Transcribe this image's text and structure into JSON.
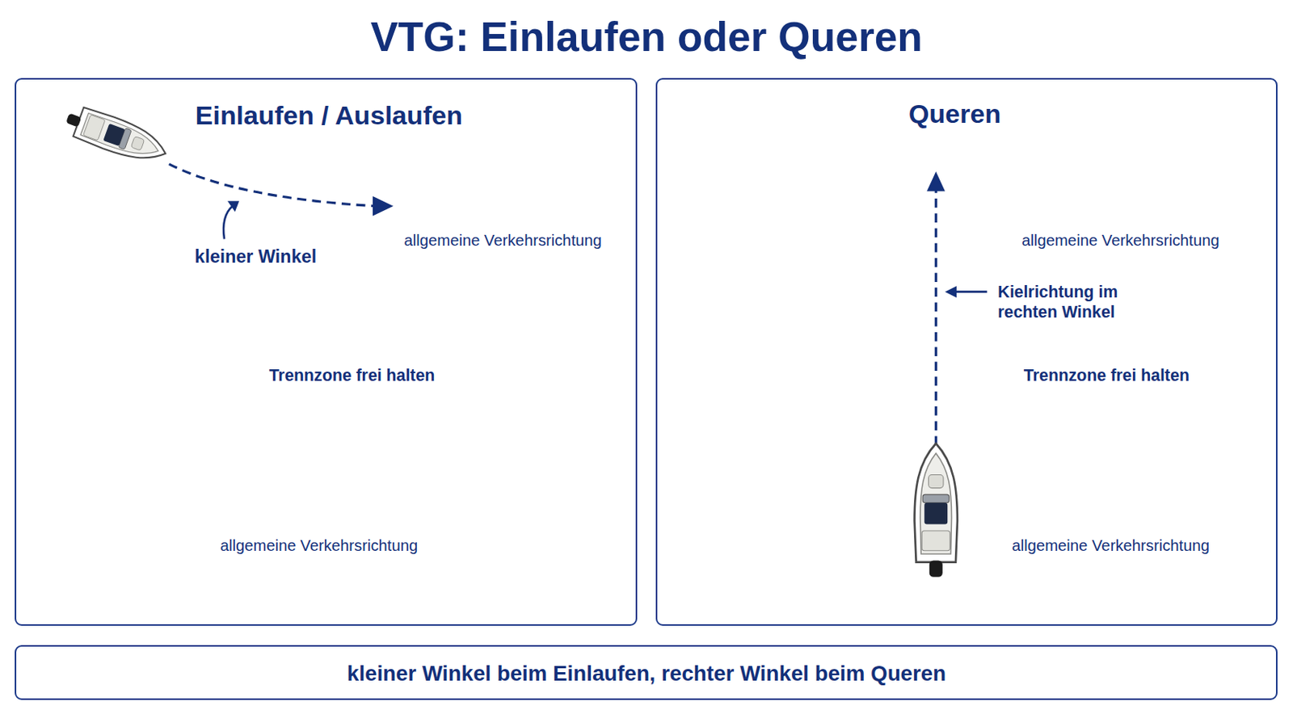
{
  "diagram": {
    "title": "VTG: Einlaufen oder Queren",
    "caption": "kleiner Winkel beim Einlaufen, rechter Winkel beim Queren",
    "nodes": [
      {
        "text": [
          "Einlaufen / Auslaufen"
        ]
      },
      {
        "text": [
          "allgemeine Verkehrsrichtung"
        ],
        "in": 0
      },
      {
        "text": [
          "Trennzone frei halten"
        ],
        "in": 0
      },
      {
        "text": [
          "allgemeine Verkehrsrichtung"
        ],
        "in": 0
      },
      {
        "text": [
          "Queren"
        ]
      },
      {
        "text": [
          "allgemeine Verkehrsrichtung"
        ],
        "in": 4
      },
      {
        "text": [
          "Trennzone frei halten"
        ],
        "in": 4
      },
      {
        "text": [
          "allgemeine Verkehrsrichtung"
        ],
        "in": 4
      }
    ],
    "labels": [
      "kleiner Winkel",
      "Kielrichtung im rechten Winkel"
    ]
  }
}
